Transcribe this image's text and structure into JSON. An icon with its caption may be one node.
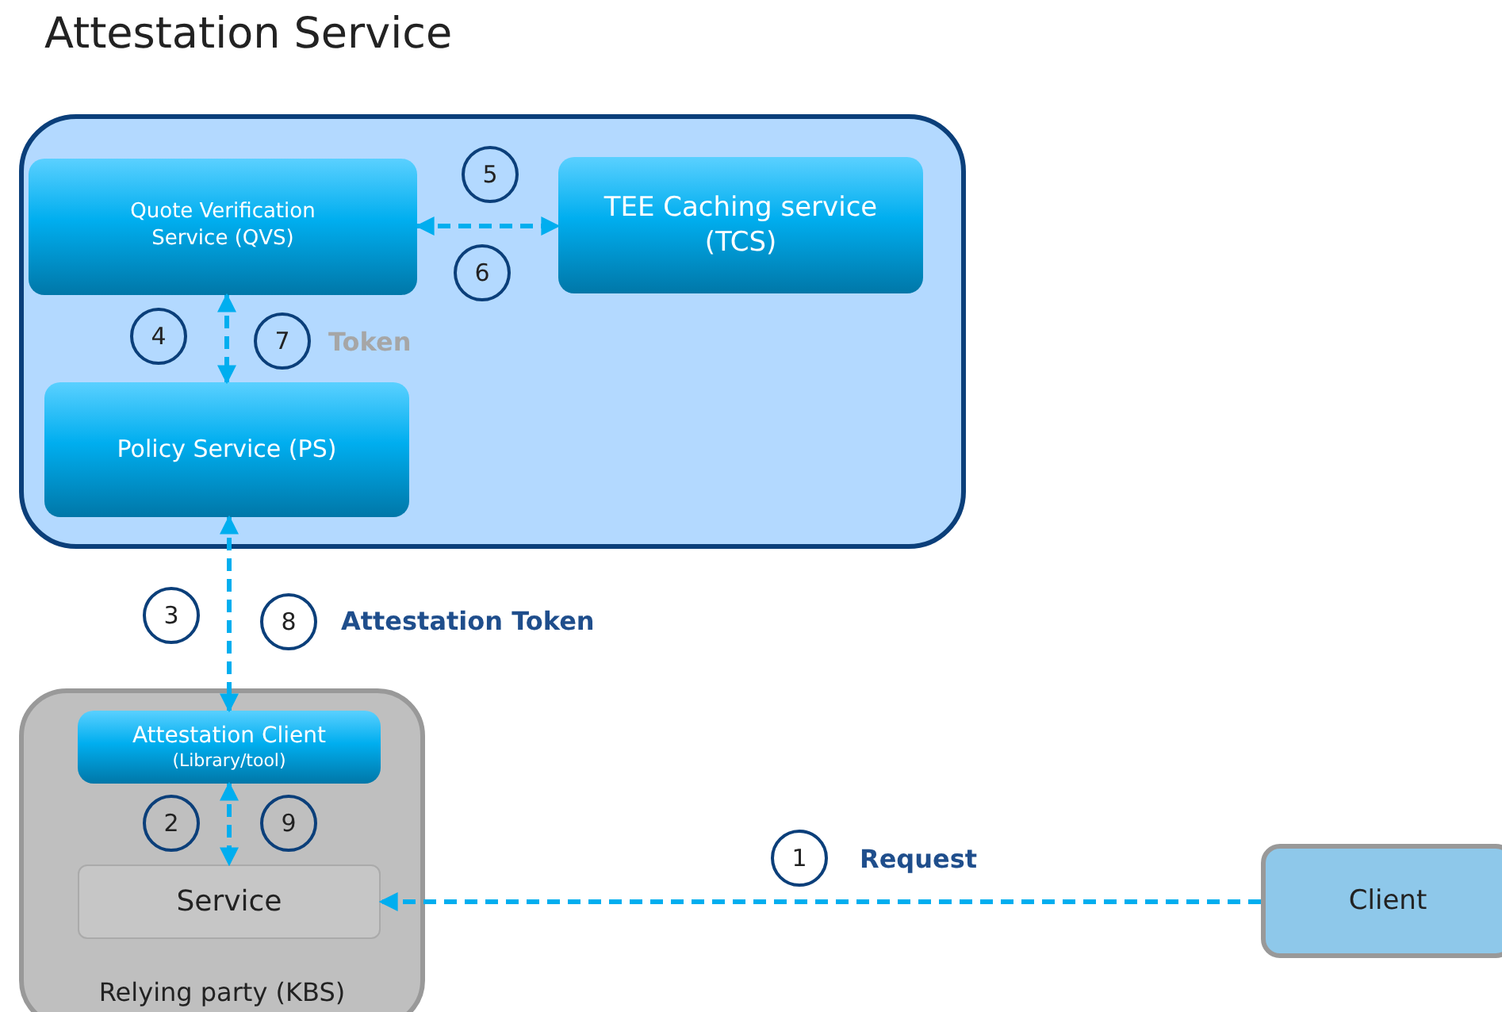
{
  "diagram": {
    "title": "Attestation Service",
    "nodes": [
      {
        "text": [],
        "shape": "box"
      },
      {
        "text": [
          "Quote Verification Service (QVS)"
        ],
        "in": 0
      },
      {
        "text": [
          "TEE Caching service (TCS)"
        ],
        "in": 0
      },
      {
        "text": [
          "Policy Service (PS)"
        ],
        "in": 0
      },
      {
        "text": [
          "Relying party (KBS)"
        ]
      },
      {
        "text": [
          "Attestation Client",
          "(Library/tool)"
        ],
        "in": 4
      },
      {
        "text": [
          "Service"
        ],
        "in": 4
      },
      {
        "text": [
          "Client"
        ]
      }
    ],
    "edges": [
      {
        "from": 1,
        "to": 2,
        "arrow": "both",
        "style": "dashed"
      },
      {
        "from": 1,
        "to": 3,
        "arrow": "both",
        "style": "dashed"
      },
      {
        "from": 3,
        "to": 5,
        "arrow": "both",
        "style": "dashed"
      },
      {
        "from": 5,
        "to": 6,
        "arrow": "both",
        "style": "dashed"
      },
      {
        "from": 7,
        "to": 6,
        "arrow": "to",
        "style": "dashed"
      }
    ],
    "labels": [
      "5",
      "6",
      "4",
      "7",
      "Token",
      "3",
      "8",
      "Attestation Token",
      "2",
      "9",
      "1",
      "Request"
    ]
  }
}
